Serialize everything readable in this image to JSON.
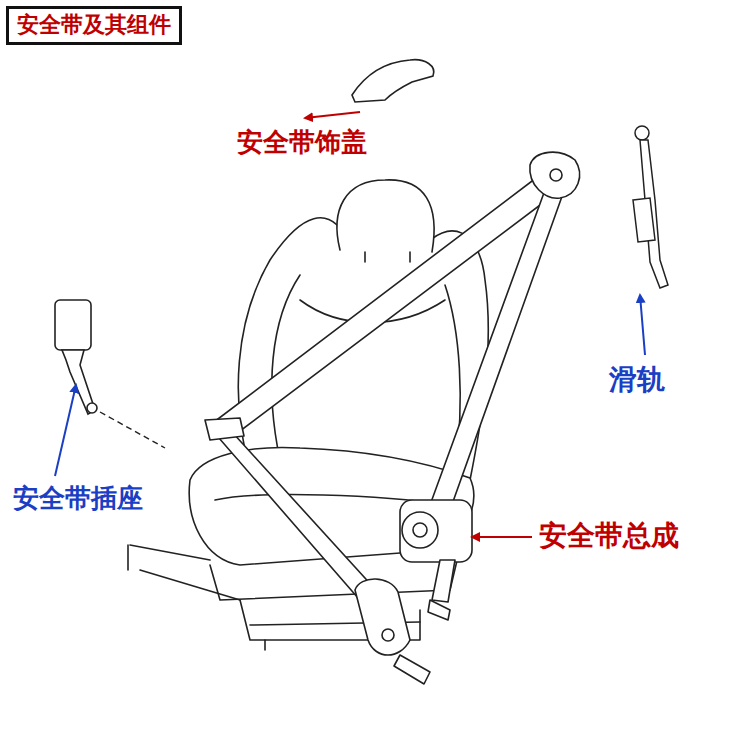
{
  "diagram": {
    "title": "安全带及其组件",
    "labels": [
      "安全带饰盖",
      "滑轨",
      "安全带插座",
      "安全带总成"
    ]
  }
}
